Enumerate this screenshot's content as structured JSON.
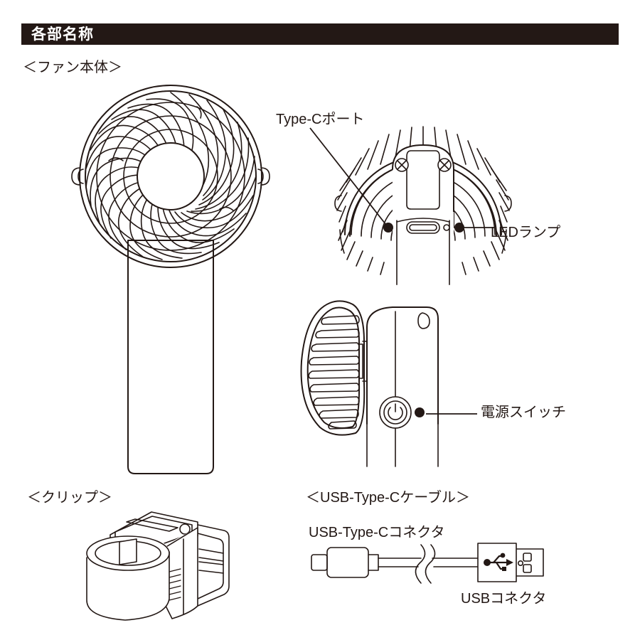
{
  "header": {
    "title": "各部名称",
    "bar_color": "#231815",
    "text_color": "#ffffff"
  },
  "theme": {
    "background": "#ffffff",
    "line_color": "#231815"
  },
  "sections": {
    "fan_body": {
      "label": "＜ファン本体＞"
    },
    "clip": {
      "label": "＜クリップ＞"
    },
    "cable": {
      "label": "＜USB-Type-Cケーブル＞"
    }
  },
  "callouts": {
    "type_c_port": "Type-Cポート",
    "led_lamp": "LEDランプ",
    "power_switch": "電源スイッチ",
    "usb_type_c_connector": "USB-Type-Cコネクタ",
    "usb_connector": "USBコネクタ"
  },
  "figures": {
    "fan_front": {
      "name": "fan-front-view"
    },
    "fan_rear": {
      "name": "fan-rear-view"
    },
    "fan_side": {
      "name": "fan-side-view"
    },
    "clip": {
      "name": "clip-illustration"
    },
    "cable": {
      "name": "usb-type-c-cable-illustration"
    }
  }
}
